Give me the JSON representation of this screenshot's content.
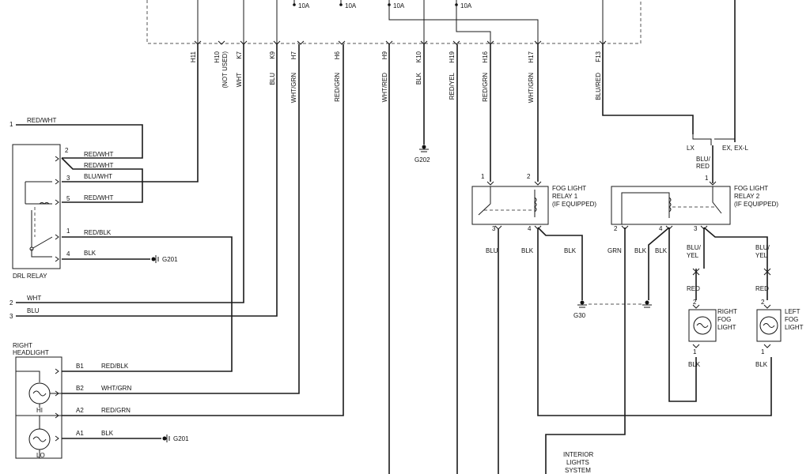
{
  "fuse_box": {
    "fuses": [
      "10A",
      "10A",
      "10A",
      "10A"
    ],
    "connectors": [
      {
        "pin": "H11",
        "wire": ""
      },
      {
        "pin": "H10",
        "wire": "(NOT USED)"
      },
      {
        "pin": "K7",
        "wire": "WHT"
      },
      {
        "pin": "K9",
        "wire": "BLU"
      },
      {
        "pin": "H7",
        "wire": "WHT/GRN"
      },
      {
        "pin": "H6",
        "wire": "RED/GRN"
      },
      {
        "pin": "H9",
        "wire": "WHT/RED"
      },
      {
        "pin": "K10",
        "wire": "BLK"
      },
      {
        "pin": "H19",
        "wire": "RED/YEL"
      },
      {
        "pin": "H16",
        "wire": "RED/GRN"
      },
      {
        "pin": "H17",
        "wire": "WHT/GRN"
      },
      {
        "pin": "F13",
        "wire": "BLU/RED"
      }
    ]
  },
  "ground_g202": "G202",
  "option_split": {
    "left": "LX",
    "right": "EX, EX-L",
    "wire": [
      "BLU/",
      "RED"
    ],
    "pin": "1"
  },
  "left_entries": [
    {
      "num": "1",
      "wire": "RED/WHT"
    },
    {
      "num": "2",
      "wire": "WHT"
    },
    {
      "num": "3",
      "wire": "BLU"
    }
  ],
  "drl_relay": {
    "title": "DRL RELAY",
    "pins": [
      {
        "num": "2",
        "wire": "RED/WHT"
      },
      {
        "num": "",
        "wire": "RED/WHT"
      },
      {
        "num": "3",
        "wire": "BLU/WHT"
      },
      {
        "num": "5",
        "wire": "RED/WHT"
      },
      {
        "num": "1",
        "wire": "RED/BLK"
      },
      {
        "num": "4",
        "wire": "BLK"
      }
    ],
    "ground": "G201"
  },
  "headlight": {
    "title": [
      "RIGHT",
      "HEADLIGHT"
    ],
    "pins": [
      {
        "num": "B1",
        "wire": "RED/BLK"
      },
      {
        "num": "B2",
        "wire": "WHT/GRN"
      },
      {
        "num": "A2",
        "wire": "RED/GRN"
      },
      {
        "num": "A1",
        "wire": "BLK"
      }
    ],
    "hi": "HI",
    "lo": "LO",
    "ground": "G201"
  },
  "fog_relay_1": {
    "title": [
      "FOG LIGHT",
      "RELAY 1",
      "(IF EQUIPPED)"
    ],
    "top_pins": [
      "1",
      "2"
    ],
    "bottom_pins": [
      "3",
      "4"
    ],
    "wires": [
      "BLU",
      "BLK",
      "BLK"
    ]
  },
  "ground_g30": "G30",
  "fog_relay_2": {
    "title": [
      "FOG LIGHT",
      "RELAY 2",
      "(IF EQUIPPED)"
    ],
    "top_pin": "1",
    "bottom_pins": [
      "2",
      "4",
      "3"
    ],
    "wires": [
      "GRN",
      "BLK",
      "BLK"
    ]
  },
  "right_fog": {
    "title": [
      "RIGHT",
      "FOG",
      "LIGHT"
    ],
    "wire_in": [
      "BLU/",
      "YEL"
    ],
    "wire_red": "RED",
    "pin_top": "2",
    "pin_bottom": "1",
    "wire_out": "BLK"
  },
  "left_fog": {
    "title": [
      "LEFT",
      "FOG",
      "LIGHT"
    ],
    "wire_in": [
      "BLU/",
      "YEL"
    ],
    "wire_red": "RED",
    "pin_top": "2",
    "pin_bottom": "1",
    "wire_out": "BLK"
  },
  "interior": [
    "INTERIOR",
    "LIGHTS",
    "SYSTEM"
  ]
}
